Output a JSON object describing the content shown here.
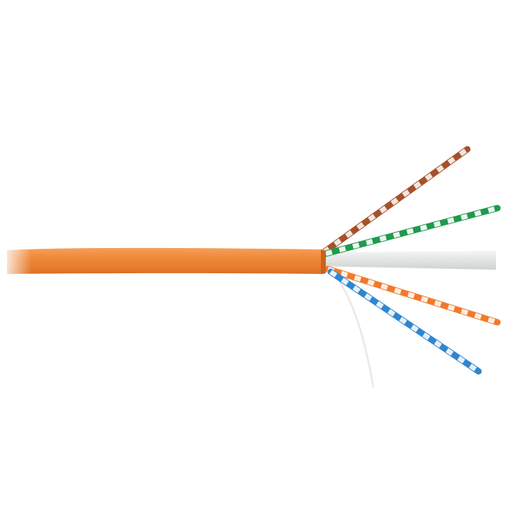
{
  "image": {
    "subject": "cable",
    "background_color": "#ffffff",
    "jacket_color": "#f08a3c",
    "pairs": [
      {
        "name": "brown",
        "color": "#a5512b"
      },
      {
        "name": "green",
        "color": "#1f9a4e"
      },
      {
        "name": "orange",
        "color": "#f27a2a"
      },
      {
        "name": "blue",
        "color": "#2f86cf"
      }
    ],
    "separator_color": "#e6e8e8",
    "ripcord_color": "#eeeeee"
  }
}
